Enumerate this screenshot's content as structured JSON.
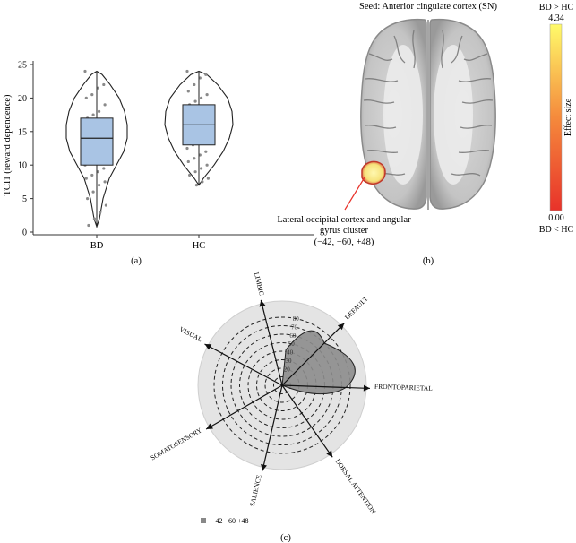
{
  "panel_a": {
    "label": "(a)",
    "ylabel": "TCI1 (reward dependence)",
    "yticks": [
      "0",
      "5",
      "10",
      "15",
      "20",
      "25"
    ]
  },
  "panel_b": {
    "label": "(b)",
    "seed_title": "Seed: Anterior cingulate cortex (SN)",
    "cluster_line1": "Lateral occipital cortex and angular",
    "cluster_line2": "gyrus cluster",
    "cluster_line3": "(−42, −60, +48)",
    "colorbar": {
      "top_label": "BD > HC",
      "max_value": "4.34",
      "min_value": "0.00",
      "bottom_label": "BD < HC",
      "axis_title": "Effect size",
      "color_low": "#e8322a",
      "color_high": "#fffb6a"
    }
  },
  "panel_c": {
    "label": "(c)",
    "legend_label": "−42 −60 +48",
    "ring_labels": [
      "20",
      "30",
      "40",
      "50",
      "60",
      "70",
      "80"
    ],
    "legend_color": "#888888"
  },
  "chart_data": [
    {
      "type": "box",
      "categories": [
        "BD",
        "HC"
      ],
      "ylabel": "TCI1 (reward dependence)",
      "ylim": [
        0,
        25
      ],
      "boxes": [
        {
          "name": "BD",
          "min": 1,
          "q1": 10,
          "median": 14,
          "q3": 17,
          "max": 24
        },
        {
          "name": "HC",
          "min": 7,
          "q1": 13,
          "median": 16,
          "q3": 19,
          "max": 24
        }
      ],
      "points": {
        "BD": [
          24,
          22,
          21.5,
          20.5,
          20,
          19,
          18,
          17.5,
          17,
          16.5,
          16,
          15,
          14.5,
          14,
          13.5,
          13,
          12.5,
          12,
          11.5,
          11,
          10.5,
          10,
          9.5,
          9,
          8.5,
          8,
          7.5,
          7,
          6,
          5,
          4,
          3,
          2,
          1
        ],
        "HC": [
          24,
          23.5,
          23,
          22,
          21,
          20.5,
          20,
          19.5,
          19,
          18.5,
          18,
          17.5,
          17,
          16.5,
          16,
          15.5,
          15,
          14.5,
          14,
          13.5,
          13,
          12.5,
          12,
          11.5,
          11,
          10.5,
          10,
          9.5,
          9,
          8.5,
          8,
          7.5,
          7
        ]
      },
      "box_color": "#a9c4e4"
    },
    {
      "type": "radar",
      "axes": [
        "DEFAULT",
        "FRONTOPARIETAL",
        "DORSAL ATTENTION",
        "SALIENCE",
        "SOMATOSENSORY",
        "VISUAL",
        "LIMBIC"
      ],
      "rlim": [
        0,
        80
      ],
      "series": [
        {
          "values": [
            70,
            75,
            0,
            0,
            0,
            0,
            0
          ]
        }
      ]
    }
  ]
}
